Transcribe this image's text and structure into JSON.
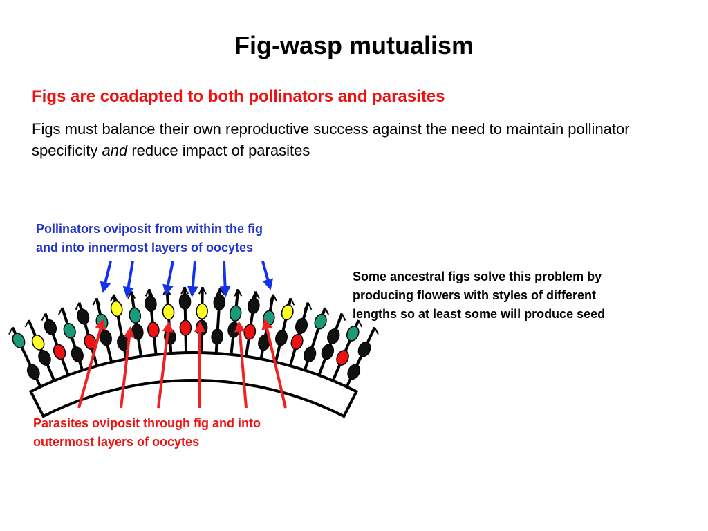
{
  "slide": {
    "title": "Fig-wasp mutualism",
    "subtitle": "Figs are coadapted to both pollinators and parasites",
    "body": {
      "part1": "Figs must balance their own reproductive success against the need to maintain pollinator specificity ",
      "emphasis": "and",
      "part2": " reduce impact of parasites"
    }
  },
  "diagram": {
    "pollinator_label": {
      "line1": "Pollinators oviposit from within the fig",
      "line2": "and into innermost layers of oocytes"
    },
    "parasite_label": {
      "line1": "Parasites oviposit through fig and into",
      "line2": "outermost layers of oocytes"
    },
    "side_note": {
      "line1": "Some ancestral figs solve this problem by",
      "line2": "producing flowers with styles of different",
      "line3": "lengths so at least some will produce seed"
    },
    "colors": {
      "subtitle": "#ee1111",
      "pollinator_text": "#2233cc",
      "pollinator_arrow": "#1133ee",
      "parasite_text": "#ee1111",
      "parasite_arrow": "#ee2222",
      "ovule_green": "#1a9a78",
      "ovule_yellow": "#ffff22",
      "ovule_red": "#ee1111",
      "ovule_black": "#111111"
    }
  }
}
